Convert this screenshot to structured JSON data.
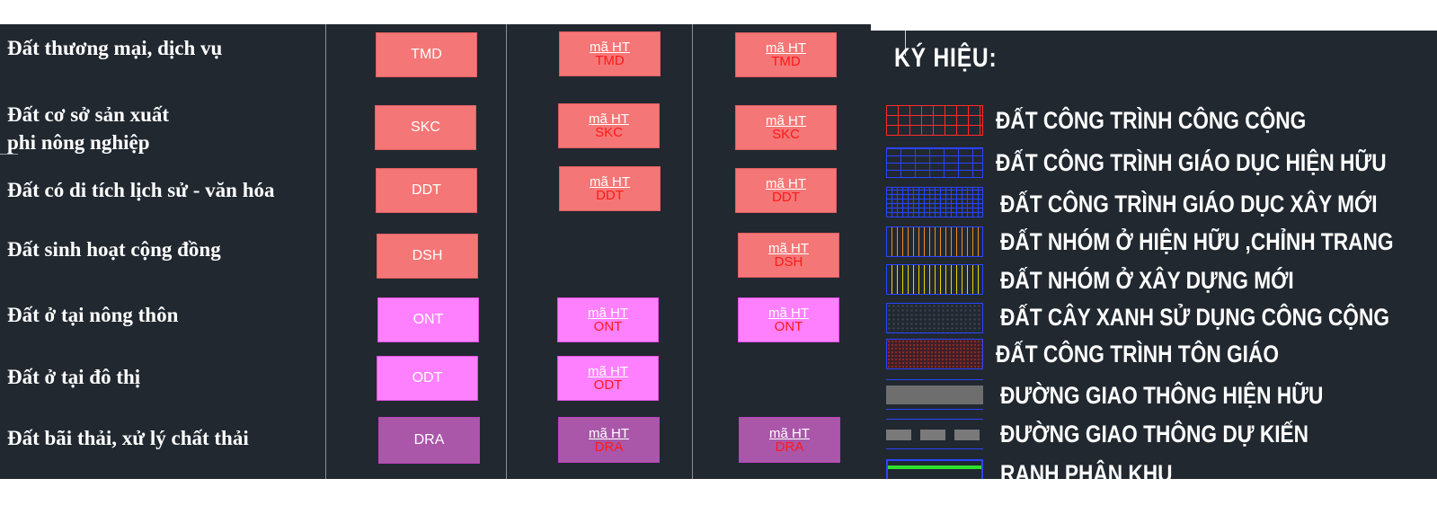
{
  "rows": [
    {
      "label": "Đất thương mại, dịch vụ",
      "code": "TMD",
      "ht_prefix": "mã HT",
      "ht_code": "TMD"
    },
    {
      "label": "Đất cơ sở sản xuất\nphi nông nghiệp",
      "code": "SKC",
      "ht_prefix": "mã HT",
      "ht_code": "SKC"
    },
    {
      "label": "Đất có di tích lịch sử - văn hóa",
      "code": "DDT",
      "ht_prefix": "mã HT",
      "ht_code": "DDT"
    },
    {
      "label": "Đất sinh hoạt cộng đồng",
      "code": "DSH",
      "ht_prefix": "mã HT",
      "ht_code": "DSH"
    },
    {
      "label": "Đất ở tại nông thôn",
      "code": "ONT",
      "ht_prefix": "mã HT",
      "ht_code": "ONT"
    },
    {
      "label": "Đất ở tại đô thị",
      "code": "ODT",
      "ht_prefix": "mã HT",
      "ht_code": "ODT"
    },
    {
      "label": "Đất bãi thải, xử lý chất thải",
      "code": "DRA",
      "ht_prefix": "mã HT",
      "ht_code": "DRA"
    }
  ],
  "legend": {
    "title": "KÝ HIỆU:",
    "items": [
      {
        "text": "ĐẤT CÔNG TRÌNH CÔNG CỘNG",
        "pattern": "red-grid"
      },
      {
        "text": "ĐẤT CÔNG TRÌNH GIÁO DỤC HIỆN HỮU",
        "pattern": "blue-brick"
      },
      {
        "text": "ĐẤT CÔNG TRÌNH GIÁO DỤC XÂY MỚI",
        "pattern": "blue-fine-grid"
      },
      {
        "text": "ĐẤT NHÓM Ở HIỆN HỮU ,CHỈNH TRANG",
        "pattern": "orange-vertical-lines"
      },
      {
        "text": "ĐẤT NHÓM Ở XÂY DỰNG MỚI",
        "pattern": "yellow-vertical-lines"
      },
      {
        "text": "ĐẤT CÂY XANH SỬ DỤNG CÔNG CỘNG",
        "pattern": "dark-blue-dots"
      },
      {
        "text": "ĐẤT CÔNG TRÌNH TÔN GIÁO",
        "pattern": "dark-red-fill"
      },
      {
        "text": "ĐƯỜNG GIAO THÔNG HIỆN HỮU",
        "pattern": "grey-band"
      },
      {
        "text": "ĐƯỜNG GIAO THÔNG DỰ KIẾN",
        "pattern": "grey-dashed-band"
      },
      {
        "text": "RANH PHÂN KHU",
        "pattern": "green-boundary"
      }
    ]
  },
  "colors": {
    "background": "#212830",
    "tmd_fill": "#f57676",
    "ont_fill": "#ff80ff",
    "dra_fill": "#aa57aa",
    "ht_code_text": "#ff1a1a"
  }
}
